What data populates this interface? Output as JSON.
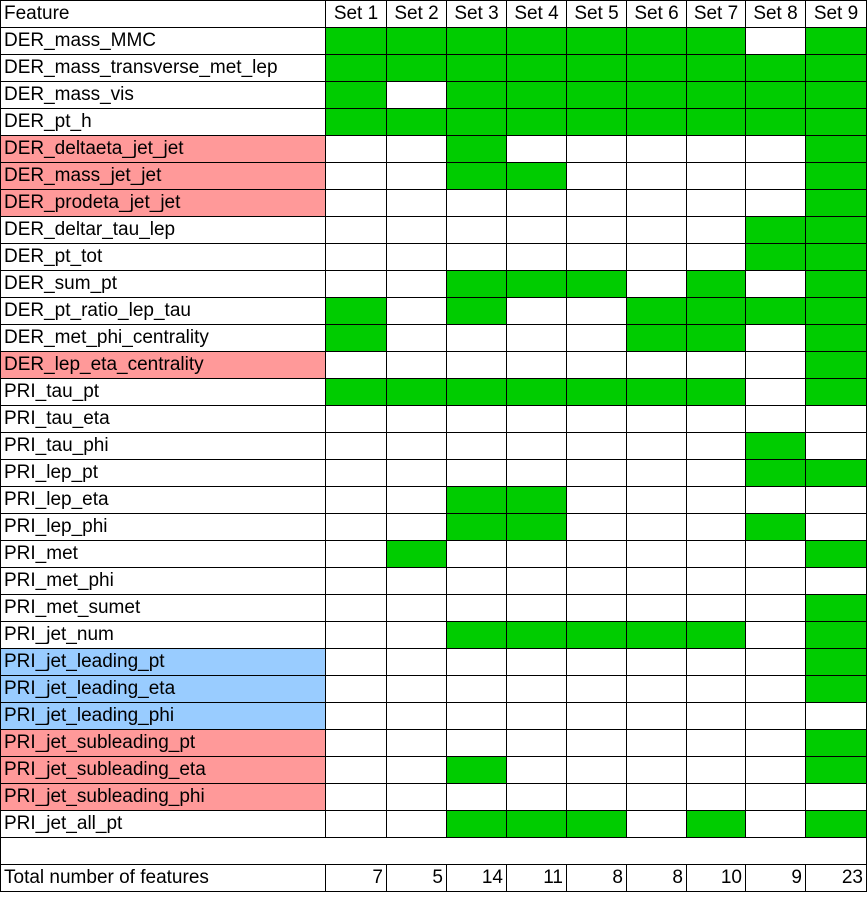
{
  "header": {
    "feature_label": "Feature",
    "sets": [
      "Set 1",
      "Set 2",
      "Set 3",
      "Set 4",
      "Set 5",
      "Set 6",
      "Set 7",
      "Set 8",
      "Set 9"
    ]
  },
  "colors": {
    "selected": "#00cc00",
    "highlight_red": "#ff9999",
    "highlight_blue": "#99ccff"
  },
  "features": [
    {
      "name": "DER_mass_MMC",
      "highlight": "",
      "sets": [
        1,
        1,
        1,
        1,
        1,
        1,
        1,
        0,
        1
      ]
    },
    {
      "name": "DER_mass_transverse_met_lep",
      "highlight": "",
      "sets": [
        1,
        1,
        1,
        1,
        1,
        1,
        1,
        1,
        1
      ]
    },
    {
      "name": "DER_mass_vis",
      "highlight": "",
      "sets": [
        1,
        0,
        1,
        1,
        1,
        1,
        1,
        1,
        1
      ]
    },
    {
      "name": "DER_pt_h",
      "highlight": "",
      "sets": [
        1,
        1,
        1,
        1,
        1,
        1,
        1,
        1,
        1
      ]
    },
    {
      "name": "DER_deltaeta_jet_jet",
      "highlight": "red",
      "sets": [
        0,
        0,
        1,
        0,
        0,
        0,
        0,
        0,
        1
      ]
    },
    {
      "name": "DER_mass_jet_jet",
      "highlight": "red",
      "sets": [
        0,
        0,
        1,
        1,
        0,
        0,
        0,
        0,
        1
      ]
    },
    {
      "name": "DER_prodeta_jet_jet",
      "highlight": "red",
      "sets": [
        0,
        0,
        0,
        0,
        0,
        0,
        0,
        0,
        1
      ]
    },
    {
      "name": "DER_deltar_tau_lep",
      "highlight": "",
      "sets": [
        0,
        0,
        0,
        0,
        0,
        0,
        0,
        1,
        1
      ]
    },
    {
      "name": "DER_pt_tot",
      "highlight": "",
      "sets": [
        0,
        0,
        0,
        0,
        0,
        0,
        0,
        1,
        1
      ]
    },
    {
      "name": "DER_sum_pt",
      "highlight": "",
      "sets": [
        0,
        0,
        1,
        1,
        1,
        0,
        1,
        0,
        1
      ]
    },
    {
      "name": "DER_pt_ratio_lep_tau",
      "highlight": "",
      "sets": [
        1,
        0,
        1,
        0,
        0,
        1,
        1,
        1,
        1
      ]
    },
    {
      "name": "DER_met_phi_centrality",
      "highlight": "",
      "sets": [
        1,
        0,
        0,
        0,
        0,
        1,
        1,
        0,
        1
      ]
    },
    {
      "name": "DER_lep_eta_centrality",
      "highlight": "red",
      "sets": [
        0,
        0,
        0,
        0,
        0,
        0,
        0,
        0,
        1
      ]
    },
    {
      "name": "PRI_tau_pt",
      "highlight": "",
      "sets": [
        1,
        1,
        1,
        1,
        1,
        1,
        1,
        0,
        1
      ]
    },
    {
      "name": "PRI_tau_eta",
      "highlight": "",
      "sets": [
        0,
        0,
        0,
        0,
        0,
        0,
        0,
        0,
        0
      ]
    },
    {
      "name": "PRI_tau_phi",
      "highlight": "",
      "sets": [
        0,
        0,
        0,
        0,
        0,
        0,
        0,
        1,
        0
      ]
    },
    {
      "name": "PRI_lep_pt",
      "highlight": "",
      "sets": [
        0,
        0,
        0,
        0,
        0,
        0,
        0,
        1,
        1
      ]
    },
    {
      "name": "PRI_lep_eta",
      "highlight": "",
      "sets": [
        0,
        0,
        1,
        1,
        0,
        0,
        0,
        0,
        0
      ]
    },
    {
      "name": "PRI_lep_phi",
      "highlight": "",
      "sets": [
        0,
        0,
        1,
        1,
        0,
        0,
        0,
        1,
        0
      ]
    },
    {
      "name": "PRI_met",
      "highlight": "",
      "sets": [
        0,
        1,
        0,
        0,
        0,
        0,
        0,
        0,
        1
      ]
    },
    {
      "name": "PRI_met_phi",
      "highlight": "",
      "sets": [
        0,
        0,
        0,
        0,
        0,
        0,
        0,
        0,
        0
      ]
    },
    {
      "name": "PRI_met_sumet",
      "highlight": "",
      "sets": [
        0,
        0,
        0,
        0,
        0,
        0,
        0,
        0,
        1
      ]
    },
    {
      "name": "PRI_jet_num",
      "highlight": "",
      "sets": [
        0,
        0,
        1,
        1,
        1,
        1,
        1,
        0,
        1
      ]
    },
    {
      "name": "PRI_jet_leading_pt",
      "highlight": "blue",
      "sets": [
        0,
        0,
        0,
        0,
        0,
        0,
        0,
        0,
        1
      ]
    },
    {
      "name": "PRI_jet_leading_eta",
      "highlight": "blue",
      "sets": [
        0,
        0,
        0,
        0,
        0,
        0,
        0,
        0,
        1
      ]
    },
    {
      "name": "PRI_jet_leading_phi",
      "highlight": "blue",
      "sets": [
        0,
        0,
        0,
        0,
        0,
        0,
        0,
        0,
        0
      ]
    },
    {
      "name": "PRI_jet_subleading_pt",
      "highlight": "red",
      "sets": [
        0,
        0,
        0,
        0,
        0,
        0,
        0,
        0,
        1
      ]
    },
    {
      "name": "PRI_jet_subleading_eta",
      "highlight": "red",
      "sets": [
        0,
        0,
        1,
        0,
        0,
        0,
        0,
        0,
        1
      ]
    },
    {
      "name": "PRI_jet_subleading_phi",
      "highlight": "red",
      "sets": [
        0,
        0,
        0,
        0,
        0,
        0,
        0,
        0,
        0
      ]
    },
    {
      "name": "PRI_jet_all_pt",
      "highlight": "",
      "sets": [
        0,
        0,
        1,
        1,
        1,
        0,
        1,
        0,
        1
      ]
    }
  ],
  "totals": {
    "label": "Total number of features",
    "values": [
      "7",
      "5",
      "14",
      "11",
      "8",
      "8",
      "10",
      "9",
      "23"
    ]
  }
}
